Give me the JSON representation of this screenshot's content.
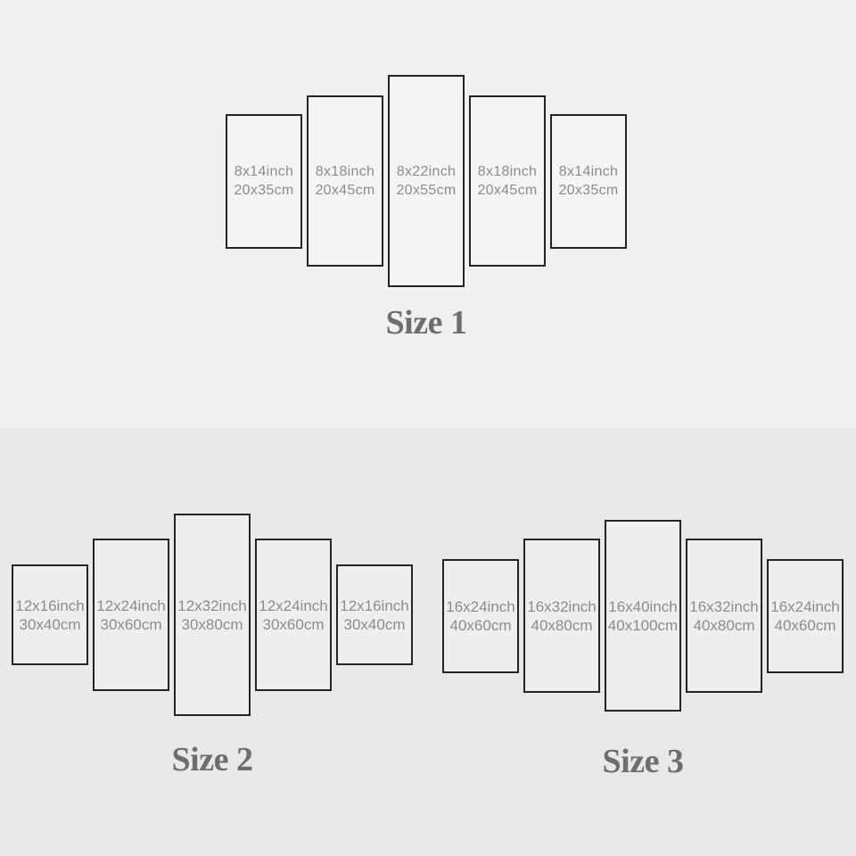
{
  "colors": {
    "background_top": "#f0f0f1",
    "background_bottom": "#e9e9ea",
    "panel_border": "#242424",
    "panel_fill_top": "#f4f4f5",
    "panel_fill_bottom": "#eeeeef",
    "dimension_text": "#8c8c8c",
    "label_text": "#6e6e6e"
  },
  "sizes": [
    {
      "label": "Size 1",
      "panels": [
        {
          "inch": "8x14inch",
          "cm": "20x35cm"
        },
        {
          "inch": "8x18inch",
          "cm": "20x45cm"
        },
        {
          "inch": "8x22inch",
          "cm": "20x55cm"
        },
        {
          "inch": "8x18inch",
          "cm": "20x45cm"
        },
        {
          "inch": "8x14inch",
          "cm": "20x35cm"
        }
      ]
    },
    {
      "label": "Size 2",
      "panels": [
        {
          "inch": "12x16inch",
          "cm": "30x40cm"
        },
        {
          "inch": "12x24inch",
          "cm": "30x60cm"
        },
        {
          "inch": "12x32inch",
          "cm": "30x80cm"
        },
        {
          "inch": "12x24inch",
          "cm": "30x60cm"
        },
        {
          "inch": "12x16inch",
          "cm": "30x40cm"
        }
      ]
    },
    {
      "label": "Size 3",
      "panels": [
        {
          "inch": "16x24inch",
          "cm": "40x60cm"
        },
        {
          "inch": "16x32inch",
          "cm": "40x80cm"
        },
        {
          "inch": "16x40inch",
          "cm": "40x100cm"
        },
        {
          "inch": "16x32inch",
          "cm": "40x80cm"
        },
        {
          "inch": "16x24inch",
          "cm": "40x60cm"
        }
      ]
    }
  ]
}
